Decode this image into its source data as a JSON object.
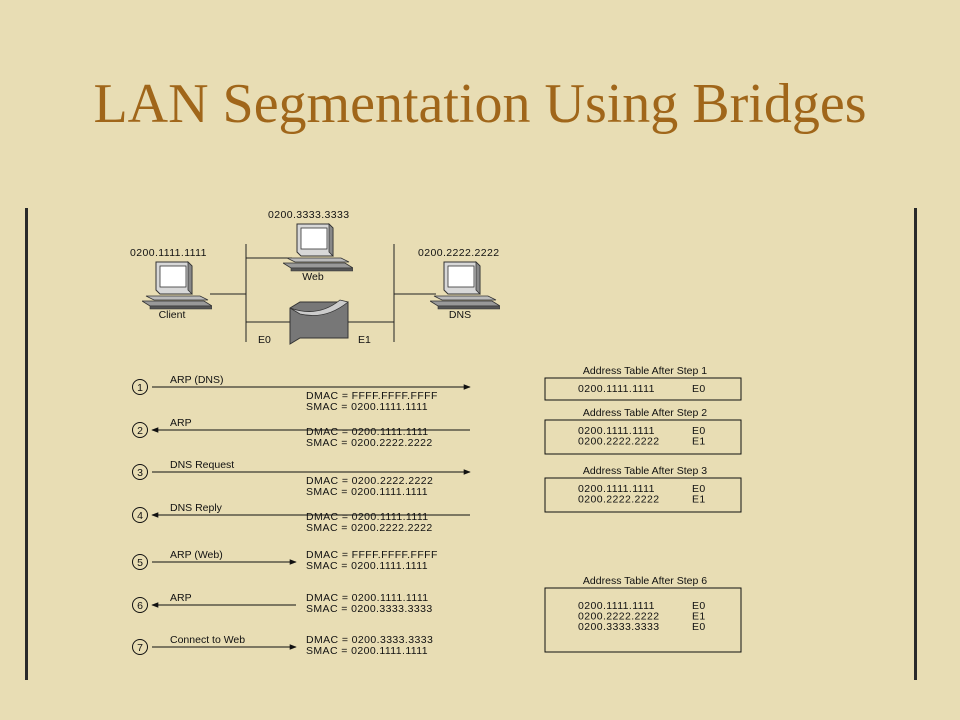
{
  "title": "LAN Segmentation Using Bridges",
  "network": {
    "web": {
      "mac": "0200.3333.3333",
      "label": "Web"
    },
    "client": {
      "mac": "0200.1111.1111",
      "label": "Client"
    },
    "dns": {
      "mac": "0200.2222.2222",
      "label": "DNS"
    },
    "bridge": {
      "port_left": "E0",
      "port_right": "E1"
    }
  },
  "steps": [
    {
      "num": "1",
      "label": "ARP (DNS)",
      "dmac": "DMAC = FFFF.FFFF.FFFF",
      "smac": "SMAC = 0200.1111.1111"
    },
    {
      "num": "2",
      "label": "ARP",
      "dmac": "DMAC = 0200.1111.1111",
      "smac": "SMAC = 0200.2222.2222"
    },
    {
      "num": "3",
      "label": "DNS Request",
      "dmac": "DMAC = 0200.2222.2222",
      "smac": "SMAC = 0200.1111.1111"
    },
    {
      "num": "4",
      "label": "DNS Reply",
      "dmac": "DMAC = 0200.1111.1111",
      "smac": "SMAC = 0200.2222.2222"
    },
    {
      "num": "5",
      "label": "ARP (Web)",
      "dmac": "DMAC = FFFF.FFFF.FFFF",
      "smac": "SMAC = 0200.1111.1111"
    },
    {
      "num": "6",
      "label": "ARP",
      "dmac": "DMAC = 0200.1111.1111",
      "smac": "SMAC = 0200.3333.3333"
    },
    {
      "num": "7",
      "label": "Connect to Web",
      "dmac": "DMAC = 0200.3333.3333",
      "smac": "SMAC = 0200.1111.1111"
    }
  ],
  "tables": [
    {
      "title": "Address Table After Step 1",
      "rows": [
        {
          "mac": "0200.1111.1111",
          "port": "E0"
        }
      ]
    },
    {
      "title": "Address Table After Step 2",
      "rows": [
        {
          "mac": "0200.1111.1111",
          "port": "E0"
        },
        {
          "mac": "0200.2222.2222",
          "port": "E1"
        }
      ]
    },
    {
      "title": "Address Table After Step 3",
      "rows": [
        {
          "mac": "0200.1111.1111",
          "port": "E0"
        },
        {
          "mac": "0200.2222.2222",
          "port": "E1"
        }
      ]
    },
    {
      "title": "Address Table After Step 6",
      "rows": [
        {
          "mac": "0200.1111.1111",
          "port": "E0"
        },
        {
          "mac": "0200.2222.2222",
          "port": "E1"
        },
        {
          "mac": "0200.3333.3333",
          "port": "E0"
        }
      ]
    }
  ]
}
